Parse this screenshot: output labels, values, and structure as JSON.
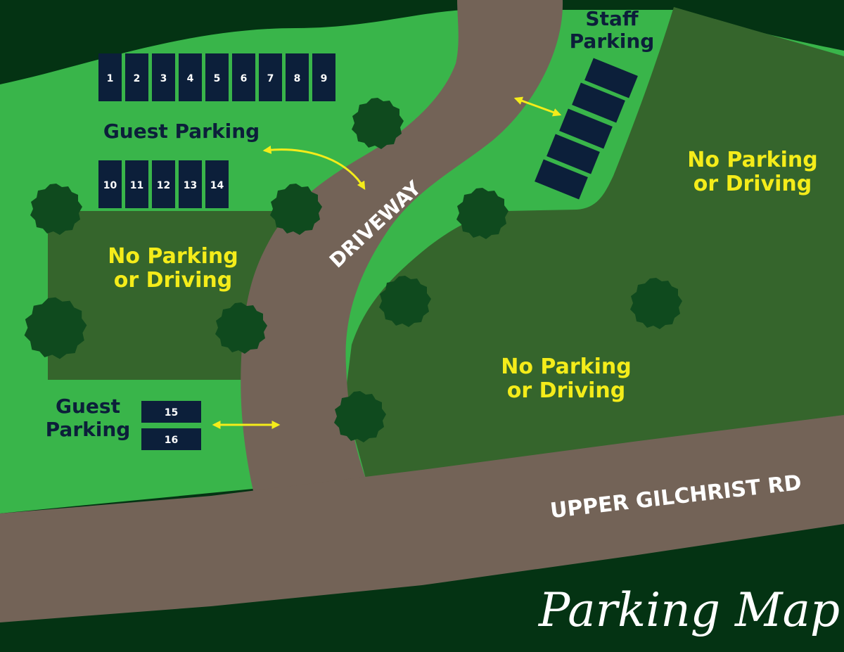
{
  "map": {
    "title": "Parking Map",
    "driveway_label": "DRIVEWAY",
    "road_label": "UPPER GILCHRIST RD",
    "guest_parking_north": {
      "label": "Guest Parking",
      "stalls_row_1": [
        "1",
        "2",
        "3",
        "4",
        "5",
        "6",
        "7",
        "8",
        "9"
      ],
      "stalls_row_2": [
        "10",
        "11",
        "12",
        "13",
        "14"
      ]
    },
    "guest_parking_south": {
      "label_line_1": "Guest",
      "label_line_2": "Parking",
      "stalls": [
        "15",
        "16"
      ]
    },
    "staff_parking": {
      "label_line_1": "Staff",
      "label_line_2": "Parking",
      "stall_count": 5
    },
    "no_parking_zones": [
      {
        "line_1": "No Parking",
        "line_2": "or Driving"
      },
      {
        "line_1": "No Parking",
        "line_2": "or Driving"
      },
      {
        "line_1": "No Parking",
        "line_2": "or Driving"
      }
    ],
    "colors": {
      "background": "#043313",
      "lawn": "#39b54a",
      "restricted_zone": "#35652c",
      "road": "#736357",
      "stall": "#0c1f3a",
      "tree": "#0f4a1e",
      "arrow": "#f4ec1a",
      "zone_text": "#f4ec1a"
    }
  }
}
